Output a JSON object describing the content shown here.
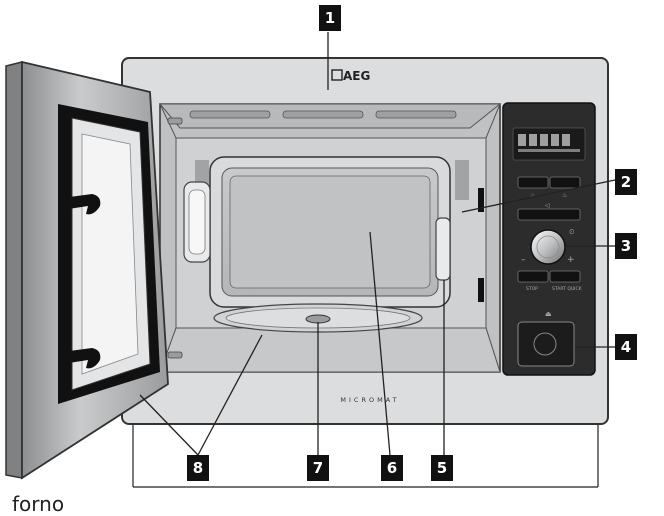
{
  "brand": "AEG",
  "model_lettering": "MICROMAT",
  "panel_labels": {
    "minus": "–",
    "plus": "+",
    "stop": "STOP",
    "start_quick": "START QUICK"
  },
  "callouts": [
    {
      "number": "1"
    },
    {
      "number": "2"
    },
    {
      "number": "3"
    },
    {
      "number": "4"
    },
    {
      "number": "5"
    },
    {
      "number": "6"
    },
    {
      "number": "7"
    },
    {
      "number": "8"
    }
  ],
  "caption": "forno",
  "colors": {
    "frame": "#d9dadb",
    "interior": "#c4c6c7",
    "panel": "#2b2b2b",
    "callout_bg": "#111111",
    "callout_text": "#ffffff"
  }
}
